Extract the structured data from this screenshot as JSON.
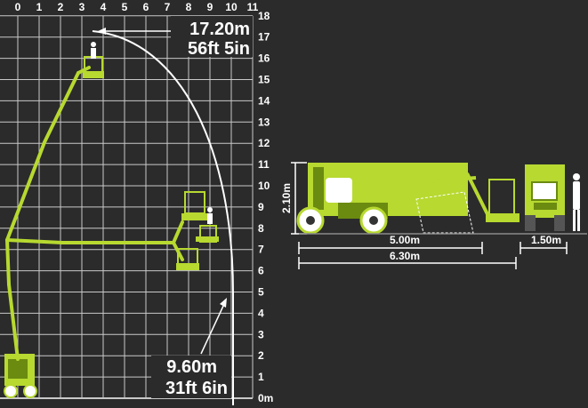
{
  "colors": {
    "background": "#2b2b2b",
    "grid": "#c9c9c9",
    "machine_green": "#b7d930",
    "machine_dark": "#6b8a10",
    "text": "#ffffff"
  },
  "range_chart": {
    "x_ticks": [
      "0",
      "1",
      "2",
      "3",
      "4",
      "5",
      "6",
      "7",
      "8",
      "9",
      "10",
      "11"
    ],
    "y_ticks": [
      "0m",
      "1",
      "2",
      "3",
      "4",
      "5",
      "6",
      "7",
      "8",
      "9",
      "10",
      "11",
      "12",
      "13",
      "14",
      "15",
      "16",
      "17",
      "18"
    ],
    "max_height": {
      "metric": "17.20m",
      "imperial": "56ft 5in"
    },
    "max_outreach": {
      "metric": "9.60m",
      "imperial": "31ft 6in"
    }
  },
  "side_view": {
    "stowed_height": "2.10m",
    "wheelbase_length": "5.00m",
    "overall_length": "6.30m"
  },
  "rear_view": {
    "width": "1.50m"
  }
}
